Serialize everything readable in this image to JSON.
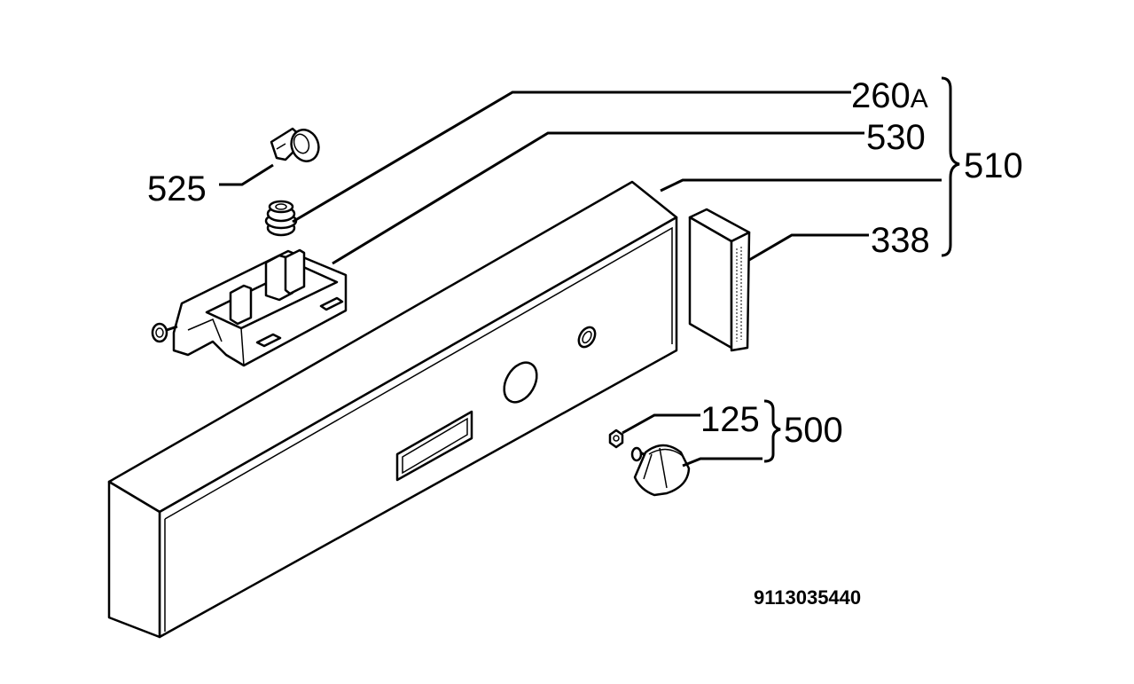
{
  "callouts": {
    "p260": "260",
    "p260_suffix": "A",
    "p530": "530",
    "p510": "510",
    "p525": "525",
    "p338": "338",
    "p125": "125",
    "p500": "500"
  },
  "document_number": "9113035440"
}
